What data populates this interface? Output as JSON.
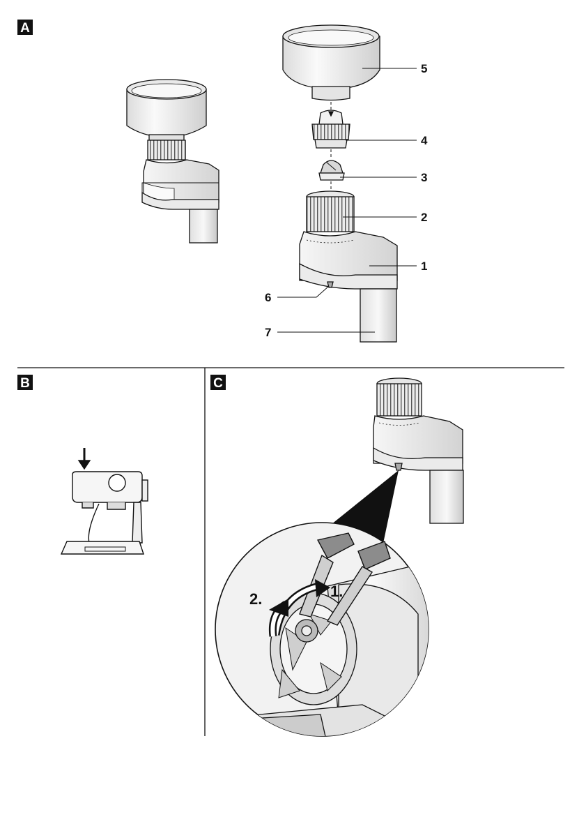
{
  "sections": {
    "a": {
      "label": "A"
    },
    "b": {
      "label": "B"
    },
    "c": {
      "label": "C"
    }
  },
  "callouts": {
    "c1": "1",
    "c2": "2",
    "c3": "3",
    "c4": "4",
    "c5": "5",
    "c6": "6",
    "c7": "7"
  },
  "steps": {
    "step1": "1.",
    "step2": "2."
  },
  "colors": {
    "line": "#111111",
    "part_fill": "#f4f4f4",
    "shade": "#d6d6d6",
    "dark_shade": "#9a9a9a",
    "handle": "#8c8c8c"
  }
}
